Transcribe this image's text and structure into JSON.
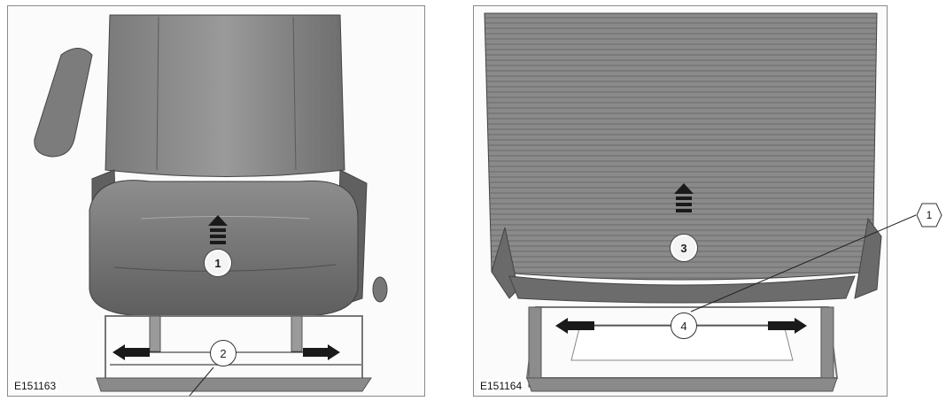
{
  "figures": [
    {
      "id_label": "E151163",
      "callouts": [
        "1",
        "2"
      ]
    },
    {
      "id_label": "E151164",
      "callouts": [
        "3",
        "4"
      ]
    }
  ],
  "external_callout": "1",
  "colors": {
    "seat_dark": "#6f6f6f",
    "seat_mid": "#8c8c8c",
    "seat_light": "#b5b5b5",
    "arrow": "#1a1a1a",
    "frame": "#9a9a9a"
  }
}
